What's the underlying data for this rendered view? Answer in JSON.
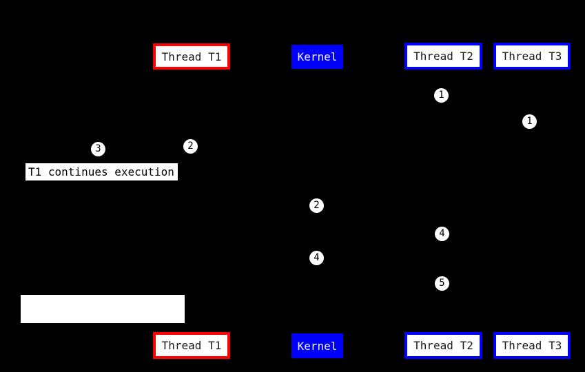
{
  "diagram": {
    "actors": {
      "top": [
        {
          "label": "Thread T1"
        },
        {
          "label": "Kernel"
        },
        {
          "label": "Thread T2"
        },
        {
          "label": "Thread T3"
        }
      ],
      "bottom": [
        {
          "label": "Thread T1"
        },
        {
          "label": "Kernel"
        },
        {
          "label": "Thread T2"
        },
        {
          "label": "Thread T3"
        }
      ]
    },
    "note": {
      "text": "T1 continues execution"
    },
    "markers": [
      {
        "label": "1"
      },
      {
        "label": "1"
      },
      {
        "label": "2"
      },
      {
        "label": "3"
      },
      {
        "label": "2"
      },
      {
        "label": "4"
      },
      {
        "label": "4"
      },
      {
        "label": "5"
      }
    ],
    "colors": {
      "background": "#000000",
      "box_bg": "#ffffff",
      "text": "#1a1a1a",
      "thread_t1_border": "#ff0000",
      "thread_border": "#0000ff",
      "kernel_bg": "#0000ff",
      "kernel_text": "#f2f2ff"
    }
  }
}
